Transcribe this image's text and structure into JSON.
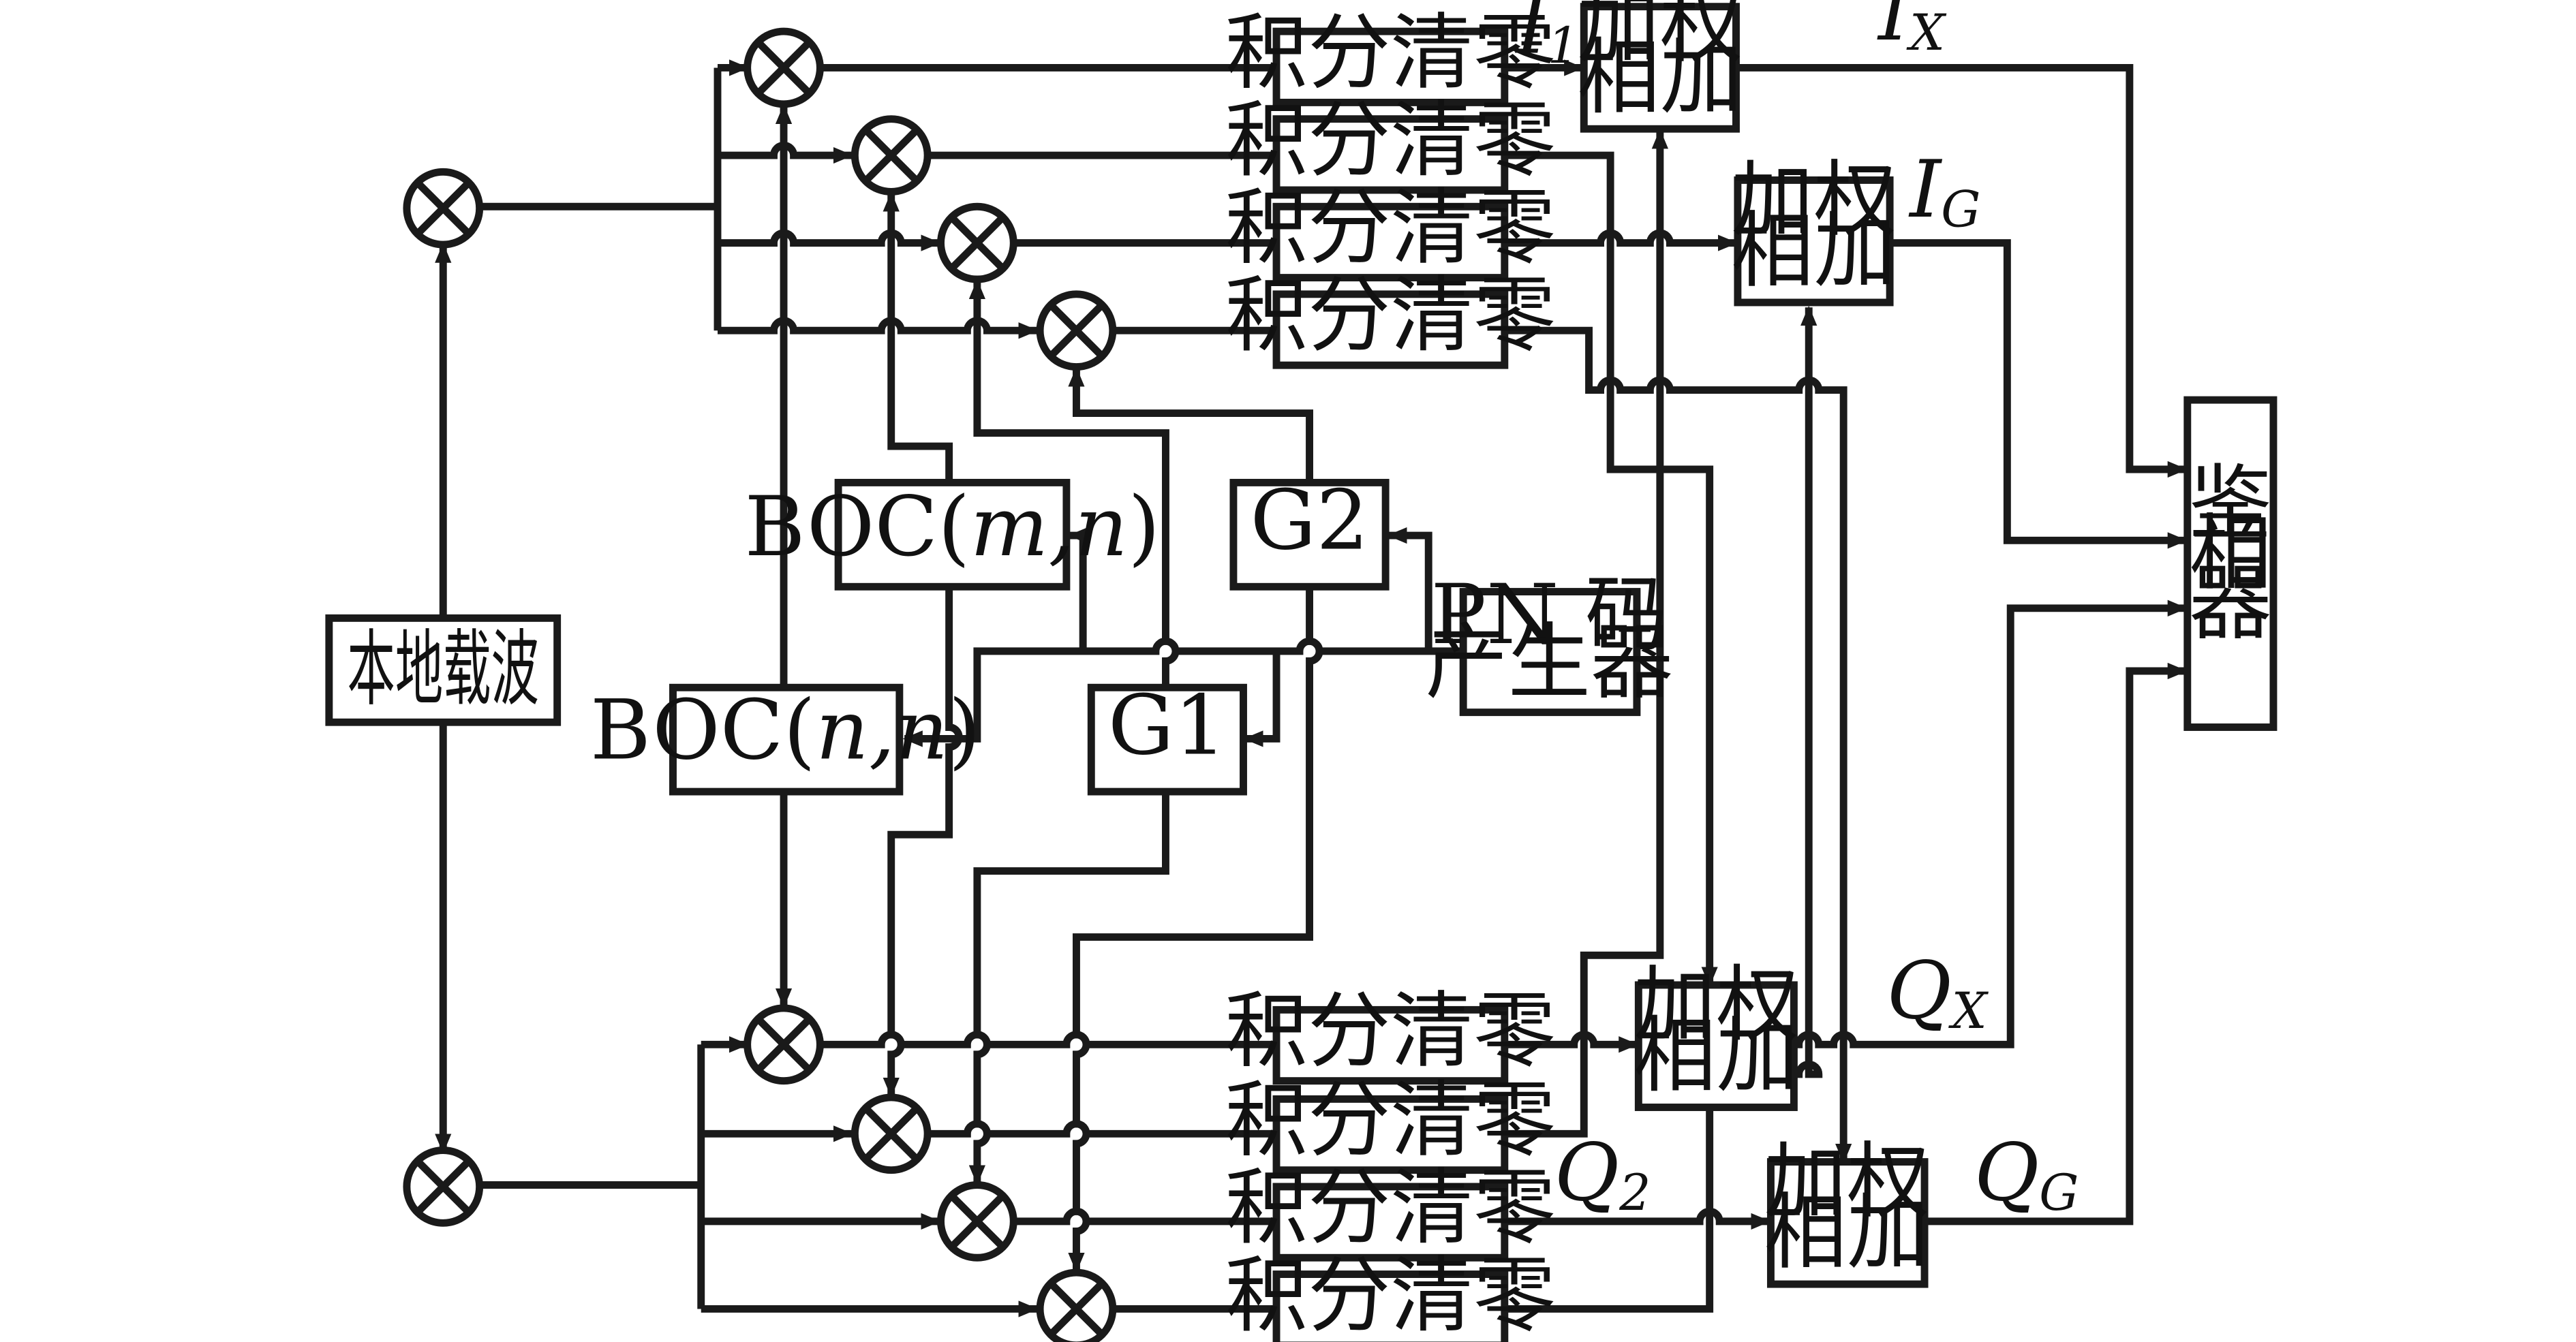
{
  "blocks": {
    "carrier": "本地载波",
    "integrate": "积分清零",
    "weighted_line1": "加权",
    "weighted_line2": "相加",
    "boc_mn_prefix": "BOC(",
    "boc_mn_args": "m,n",
    "boc_nn_prefix": "BOC(",
    "boc_nn_args": "n,n",
    "boc_suffix": ")",
    "g1": "G1",
    "g2": "G2",
    "pn_line1": "PN 码",
    "pn_line2": "产生器",
    "discriminator": [
      "鉴",
      "相",
      "器"
    ]
  },
  "signals": {
    "i1": {
      "main": "I",
      "sub": "1"
    },
    "ix": {
      "main": "I",
      "sub": "X"
    },
    "ig": {
      "main": "I",
      "sub": "G"
    },
    "qx": {
      "main": "Q",
      "sub": "X"
    },
    "q2": {
      "main": "Q",
      "sub": "2"
    },
    "qg": {
      "main": "Q",
      "sub": "G"
    }
  }
}
